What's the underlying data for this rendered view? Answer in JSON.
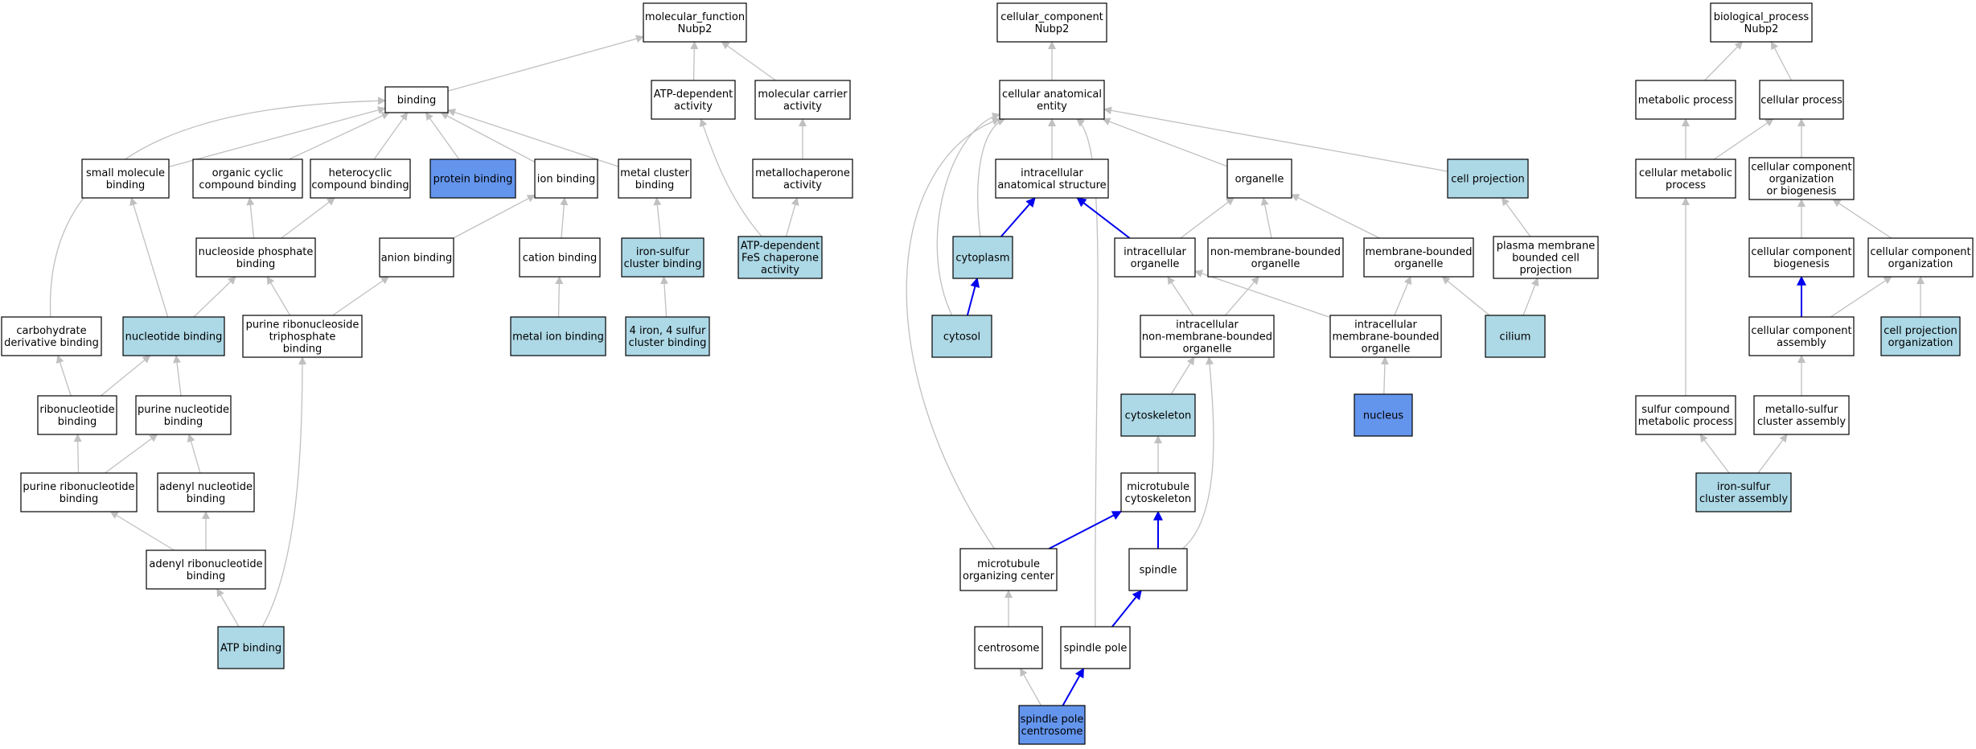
{
  "colors": {
    "plain": "#ffffff",
    "light": "#add8e6",
    "dark": "#6495ed",
    "edge_gray": "#c0c0c0",
    "edge_blue": "#0000ee",
    "border": "#000000"
  },
  "nodes": [
    {
      "id": "mf",
      "lines": [
        "molecular_function",
        "Nubp2"
      ],
      "style": "plain"
    },
    {
      "id": "binding",
      "lines": [
        "binding"
      ],
      "style": "plain"
    },
    {
      "id": "atp_dep",
      "lines": [
        "ATP-dependent",
        "activity"
      ],
      "style": "plain"
    },
    {
      "id": "mol_carrier",
      "lines": [
        "molecular carrier",
        "activity"
      ],
      "style": "plain"
    },
    {
      "id": "small_mol",
      "lines": [
        "small molecule",
        "binding"
      ],
      "style": "plain"
    },
    {
      "id": "org_cyclic",
      "lines": [
        "organic cyclic",
        "compound binding"
      ],
      "style": "plain"
    },
    {
      "id": "heterocyclic",
      "lines": [
        "heterocyclic",
        "compound binding"
      ],
      "style": "plain"
    },
    {
      "id": "protein_b",
      "lines": [
        "protein binding"
      ],
      "style": "dark"
    },
    {
      "id": "ion_b",
      "lines": [
        "ion binding"
      ],
      "style": "plain"
    },
    {
      "id": "metal_cluster",
      "lines": [
        "metal cluster",
        "binding"
      ],
      "style": "plain"
    },
    {
      "id": "metallochap",
      "lines": [
        "metallochaperone",
        "activity"
      ],
      "style": "plain"
    },
    {
      "id": "nuc_phos",
      "lines": [
        "nucleoside phosphate",
        "binding"
      ],
      "style": "plain"
    },
    {
      "id": "anion_b",
      "lines": [
        "anion binding"
      ],
      "style": "plain"
    },
    {
      "id": "cation_b",
      "lines": [
        "cation binding"
      ],
      "style": "plain"
    },
    {
      "id": "fes_cluster",
      "lines": [
        "iron-sulfur",
        "cluster binding"
      ],
      "style": "light"
    },
    {
      "id": "atp_fes",
      "lines": [
        "ATP-dependent",
        "FeS chaperone",
        "activity"
      ],
      "style": "light"
    },
    {
      "id": "carb_deriv",
      "lines": [
        "carbohydrate",
        "derivative binding"
      ],
      "style": "plain"
    },
    {
      "id": "nucleotide_b",
      "lines": [
        "nucleotide binding"
      ],
      "style": "light"
    },
    {
      "id": "pur_ribonucleoside",
      "lines": [
        "purine ribonucleoside",
        "triphosphate",
        "binding"
      ],
      "style": "plain"
    },
    {
      "id": "metal_ion",
      "lines": [
        "metal ion binding"
      ],
      "style": "light"
    },
    {
      "id": "fe4s4",
      "lines": [
        "4 iron, 4 sulfur",
        "cluster binding"
      ],
      "style": "light"
    },
    {
      "id": "ribonucleotide",
      "lines": [
        "ribonucleotide",
        "binding"
      ],
      "style": "plain"
    },
    {
      "id": "purine_nuc",
      "lines": [
        "purine nucleotide",
        "binding"
      ],
      "style": "plain"
    },
    {
      "id": "purine_ribonuc",
      "lines": [
        "purine ribonucleotide",
        "binding"
      ],
      "style": "plain"
    },
    {
      "id": "adenyl_nuc",
      "lines": [
        "adenyl nucleotide",
        "binding"
      ],
      "style": "plain"
    },
    {
      "id": "adenyl_ribonuc",
      "lines": [
        "adenyl ribonucleotide",
        "binding"
      ],
      "style": "plain"
    },
    {
      "id": "atp_b",
      "lines": [
        "ATP binding"
      ],
      "style": "light"
    },
    {
      "id": "cc",
      "lines": [
        "cellular_component",
        "Nubp2"
      ],
      "style": "plain"
    },
    {
      "id": "cae",
      "lines": [
        "cellular anatomical",
        "entity"
      ],
      "style": "plain"
    },
    {
      "id": "ias",
      "lines": [
        "intracellular",
        "anatomical structure"
      ],
      "style": "plain"
    },
    {
      "id": "organelle",
      "lines": [
        "organelle"
      ],
      "style": "plain"
    },
    {
      "id": "cell_proj",
      "lines": [
        "cell projection"
      ],
      "style": "light"
    },
    {
      "id": "cytoplasm",
      "lines": [
        "cytoplasm"
      ],
      "style": "light"
    },
    {
      "id": "ic_org",
      "lines": [
        "intracellular",
        "organelle"
      ],
      "style": "plain"
    },
    {
      "id": "nmb_org",
      "lines": [
        "non-membrane-bounded",
        "organelle"
      ],
      "style": "plain"
    },
    {
      "id": "mb_org",
      "lines": [
        "membrane-bounded",
        "organelle"
      ],
      "style": "plain"
    },
    {
      "id": "pm_proj",
      "lines": [
        "plasma membrane",
        "bounded cell",
        "projection"
      ],
      "style": "plain"
    },
    {
      "id": "cytosol",
      "lines": [
        "cytosol"
      ],
      "style": "light"
    },
    {
      "id": "ic_nmb",
      "lines": [
        "intracellular",
        "non-membrane-bounded",
        "organelle"
      ],
      "style": "plain"
    },
    {
      "id": "ic_mb",
      "lines": [
        "intracellular",
        "membrane-bounded",
        "organelle"
      ],
      "style": "plain"
    },
    {
      "id": "cilium",
      "lines": [
        "cilium"
      ],
      "style": "light"
    },
    {
      "id": "cytoskeleton",
      "lines": [
        "cytoskeleton"
      ],
      "style": "light"
    },
    {
      "id": "nucleus",
      "lines": [
        "nucleus"
      ],
      "style": "dark"
    },
    {
      "id": "mt_cytoskel",
      "lines": [
        "microtubule",
        "cytoskeleton"
      ],
      "style": "plain"
    },
    {
      "id": "mtoc",
      "lines": [
        "microtubule",
        "organizing center"
      ],
      "style": "plain"
    },
    {
      "id": "spindle",
      "lines": [
        "spindle"
      ],
      "style": "plain"
    },
    {
      "id": "centrosome",
      "lines": [
        "centrosome"
      ],
      "style": "plain"
    },
    {
      "id": "spindle_pole",
      "lines": [
        "spindle pole"
      ],
      "style": "plain"
    },
    {
      "id": "sp_centrosome",
      "lines": [
        "spindle pole",
        "centrosome"
      ],
      "style": "dark"
    },
    {
      "id": "bp",
      "lines": [
        "biological_process",
        "Nubp2"
      ],
      "style": "plain"
    },
    {
      "id": "metab",
      "lines": [
        "metabolic process"
      ],
      "style": "plain"
    },
    {
      "id": "cell_proc",
      "lines": [
        "cellular process"
      ],
      "style": "plain"
    },
    {
      "id": "cell_metab",
      "lines": [
        "cellular metabolic",
        "process"
      ],
      "style": "plain"
    },
    {
      "id": "ccob",
      "lines": [
        "cellular component",
        "organization",
        "or biogenesis"
      ],
      "style": "plain"
    },
    {
      "id": "ccb",
      "lines": [
        "cellular component",
        "biogenesis"
      ],
      "style": "plain"
    },
    {
      "id": "cco",
      "lines": [
        "cellular component",
        "organization"
      ],
      "style": "plain"
    },
    {
      "id": "cca",
      "lines": [
        "cellular component",
        "assembly"
      ],
      "style": "plain"
    },
    {
      "id": "cpo",
      "lines": [
        "cell projection",
        "organization"
      ],
      "style": "light"
    },
    {
      "id": "sulfur_metab",
      "lines": [
        "sulfur compound",
        "metabolic process"
      ],
      "style": "plain"
    },
    {
      "id": "msca",
      "lines": [
        "metallo-sulfur",
        "cluster assembly"
      ],
      "style": "plain"
    },
    {
      "id": "isca",
      "lines": [
        "iron-sulfur",
        "cluster assembly"
      ],
      "style": "light"
    }
  ],
  "edges": [
    {
      "from": "binding",
      "to": "mf",
      "color": "gray"
    },
    {
      "from": "atp_dep",
      "to": "mf",
      "color": "gray"
    },
    {
      "from": "mol_carrier",
      "to": "mf",
      "color": "gray"
    },
    {
      "from": "small_mol",
      "to": "binding",
      "color": "gray"
    },
    {
      "from": "org_cyclic",
      "to": "binding",
      "color": "gray"
    },
    {
      "from": "heterocyclic",
      "to": "binding",
      "color": "gray"
    },
    {
      "from": "protein_b",
      "to": "binding",
      "color": "gray"
    },
    {
      "from": "ion_b",
      "to": "binding",
      "color": "gray"
    },
    {
      "from": "metal_cluster",
      "to": "binding",
      "color": "gray"
    },
    {
      "from": "carb_deriv",
      "to": "binding",
      "color": "gray"
    },
    {
      "from": "metallochap",
      "to": "mol_carrier",
      "color": "gray"
    },
    {
      "from": "atp_fes",
      "to": "atp_dep",
      "color": "gray"
    },
    {
      "from": "atp_fes",
      "to": "metallochap",
      "color": "gray"
    },
    {
      "from": "nuc_phos",
      "to": "org_cyclic",
      "color": "gray"
    },
    {
      "from": "nuc_phos",
      "to": "heterocyclic",
      "color": "gray"
    },
    {
      "from": "anion_b",
      "to": "ion_b",
      "color": "gray"
    },
    {
      "from": "cation_b",
      "to": "ion_b",
      "color": "gray"
    },
    {
      "from": "fes_cluster",
      "to": "metal_cluster",
      "color": "gray"
    },
    {
      "from": "nucleotide_b",
      "to": "small_mol",
      "color": "gray"
    },
    {
      "from": "nucleotide_b",
      "to": "nuc_phos",
      "color": "gray"
    },
    {
      "from": "pur_ribonucleoside",
      "to": "nuc_phos",
      "color": "gray"
    },
    {
      "from": "pur_ribonucleoside",
      "to": "anion_b",
      "color": "gray"
    },
    {
      "from": "metal_ion",
      "to": "cation_b",
      "color": "gray"
    },
    {
      "from": "fe4s4",
      "to": "fes_cluster",
      "color": "gray"
    },
    {
      "from": "ribonucleotide",
      "to": "carb_deriv",
      "color": "gray"
    },
    {
      "from": "ribonucleotide",
      "to": "nucleotide_b",
      "color": "gray"
    },
    {
      "from": "purine_nuc",
      "to": "nucleotide_b",
      "color": "gray"
    },
    {
      "from": "purine_ribonuc",
      "to": "ribonucleotide",
      "color": "gray"
    },
    {
      "from": "purine_ribonuc",
      "to": "purine_nuc",
      "color": "gray"
    },
    {
      "from": "adenyl_nuc",
      "to": "purine_nuc",
      "color": "gray"
    },
    {
      "from": "adenyl_ribonuc",
      "to": "purine_ribonuc",
      "color": "gray"
    },
    {
      "from": "adenyl_ribonuc",
      "to": "adenyl_nuc",
      "color": "gray"
    },
    {
      "from": "atp_b",
      "to": "adenyl_ribonuc",
      "color": "gray"
    },
    {
      "from": "atp_b",
      "to": "pur_ribonucleoside",
      "color": "gray"
    },
    {
      "from": "cae",
      "to": "cc",
      "color": "gray"
    },
    {
      "from": "ias",
      "to": "cae",
      "color": "gray"
    },
    {
      "from": "organelle",
      "to": "cae",
      "color": "gray"
    },
    {
      "from": "cell_proj",
      "to": "cae",
      "color": "gray"
    },
    {
      "from": "cytoplasm",
      "to": "cae",
      "color": "gray"
    },
    {
      "from": "cytosol",
      "to": "cae",
      "color": "gray"
    },
    {
      "from": "mtoc",
      "to": "cae",
      "color": "gray"
    },
    {
      "from": "spindle_pole",
      "to": "cae",
      "color": "gray"
    },
    {
      "from": "cytoplasm",
      "to": "ias",
      "color": "blue"
    },
    {
      "from": "ic_org",
      "to": "ias",
      "color": "blue"
    },
    {
      "from": "cytosol",
      "to": "cytoplasm",
      "color": "blue"
    },
    {
      "from": "ic_org",
      "to": "organelle",
      "color": "gray"
    },
    {
      "from": "nmb_org",
      "to": "organelle",
      "color": "gray"
    },
    {
      "from": "mb_org",
      "to": "organelle",
      "color": "gray"
    },
    {
      "from": "pm_proj",
      "to": "cell_proj",
      "color": "gray"
    },
    {
      "from": "ic_nmb",
      "to": "ic_org",
      "color": "gray"
    },
    {
      "from": "ic_nmb",
      "to": "nmb_org",
      "color": "gray"
    },
    {
      "from": "ic_mb",
      "to": "ic_org",
      "color": "gray"
    },
    {
      "from": "ic_mb",
      "to": "mb_org",
      "color": "gray"
    },
    {
      "from": "cilium",
      "to": "mb_org",
      "color": "gray"
    },
    {
      "from": "cilium",
      "to": "pm_proj",
      "color": "gray"
    },
    {
      "from": "nucleus",
      "to": "ic_mb",
      "color": "gray"
    },
    {
      "from": "cytoskeleton",
      "to": "ic_nmb",
      "color": "gray"
    },
    {
      "from": "spindle",
      "to": "ic_nmb",
      "color": "gray"
    },
    {
      "from": "mt_cytoskel",
      "to": "cytoskeleton",
      "color": "gray"
    },
    {
      "from": "mtoc",
      "to": "mt_cytoskel",
      "color": "blue"
    },
    {
      "from": "spindle",
      "to": "mt_cytoskel",
      "color": "blue"
    },
    {
      "from": "centrosome",
      "to": "mtoc",
      "color": "gray"
    },
    {
      "from": "spindle_pole",
      "to": "spindle",
      "color": "blue"
    },
    {
      "from": "sp_centrosome",
      "to": "centrosome",
      "color": "gray"
    },
    {
      "from": "sp_centrosome",
      "to": "spindle_pole",
      "color": "blue"
    },
    {
      "from": "metab",
      "to": "bp",
      "color": "gray"
    },
    {
      "from": "cell_proc",
      "to": "bp",
      "color": "gray"
    },
    {
      "from": "cell_metab",
      "to": "metab",
      "color": "gray"
    },
    {
      "from": "cell_metab",
      "to": "cell_proc",
      "color": "gray"
    },
    {
      "from": "ccob",
      "to": "cell_proc",
      "color": "gray"
    },
    {
      "from": "ccb",
      "to": "ccob",
      "color": "gray"
    },
    {
      "from": "cco",
      "to": "ccob",
      "color": "gray"
    },
    {
      "from": "cca",
      "to": "ccb",
      "color": "blue"
    },
    {
      "from": "cca",
      "to": "cco",
      "color": "gray"
    },
    {
      "from": "cpo",
      "to": "cco",
      "color": "gray"
    },
    {
      "from": "sulfur_metab",
      "to": "cell_metab",
      "color": "gray"
    },
    {
      "from": "msca",
      "to": "cca",
      "color": "gray"
    },
    {
      "from": "isca",
      "to": "sulfur_metab",
      "color": "gray"
    },
    {
      "from": "isca",
      "to": "msca",
      "color": "gray"
    }
  ]
}
